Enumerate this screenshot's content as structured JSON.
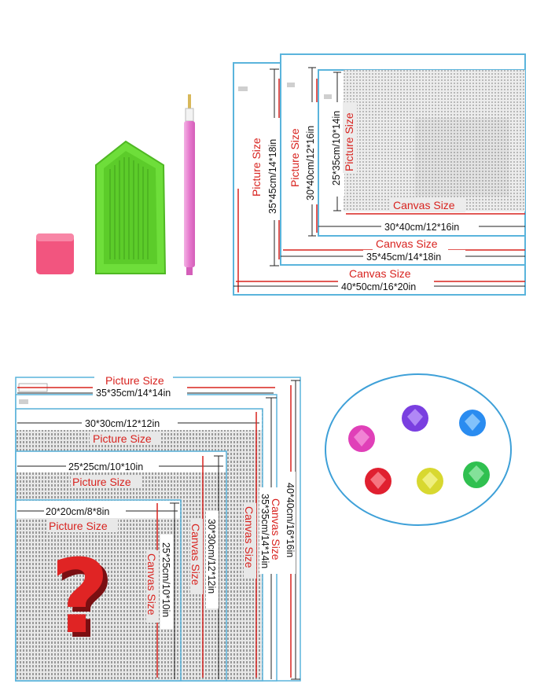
{
  "top": {
    "picture_size": "Picture Size",
    "canvas_size": "Canvas Size",
    "d_35x45": "35*45cm/14*18in",
    "d_30x40": "30*40cm/12*16in",
    "d_25x35": "25*35cm/10*14in",
    "d_40x50": "40*50cm/16*20in"
  },
  "bottom": {
    "picture_size": "Picture Size",
    "canvas_size": "Canvas Size",
    "d_35x35": "35*35cm/14*14in",
    "d_30x30": "30*30cm/12*12in",
    "d_25x25": "25*25cm/10*10in",
    "d_20x20": "20*20cm/8*8in",
    "d_40x40": "40*40cm/16*16in",
    "question_mark": "?"
  },
  "colors": {
    "label_red": "#d8231f",
    "frame_blue": "#5ab4dc",
    "pen_pink": "#e88ed0",
    "tray_green": "#6ede3a",
    "wax_pink": "#f2557f",
    "drills": [
      "#e040b8",
      "#7a3fe0",
      "#2a8cf0",
      "#e02030",
      "#d8d830",
      "#30c050"
    ]
  }
}
